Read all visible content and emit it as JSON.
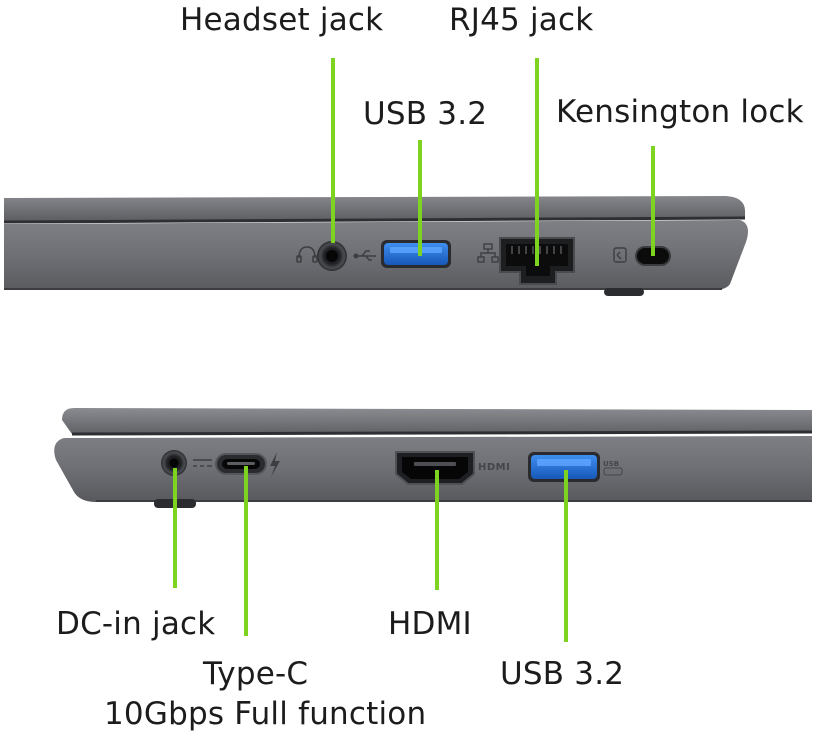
{
  "labels": {
    "headset_jack": "Headset jack",
    "rj45_jack": "RJ45 jack",
    "usb_top": "USB 3.2",
    "kensington_lock": "Kensington lock",
    "dc_in_jack": "DC-in jack",
    "type_c_line1": "Type-C",
    "type_c_line2": "10Gbps Full function",
    "hdmi": "HDMI",
    "usb_bottom": "USB 3.2"
  },
  "port_markings": {
    "hdmi_logo": "HDMI",
    "usb_logo": "USB"
  },
  "colors": {
    "leader_line": "#7ed321",
    "chassis": "#6d6e72",
    "chassis_dark": "#45464a",
    "usb_blue": "#1f6fd6",
    "label_text": "#1c1c1c"
  }
}
